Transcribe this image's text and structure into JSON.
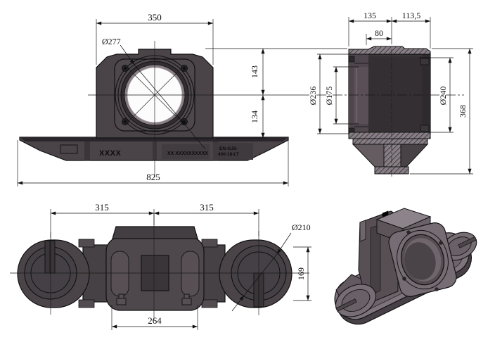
{
  "drawing": {
    "part_color": "#4a4448",
    "front": {
      "w350": "350",
      "d277": "Ø277",
      "h143": "143",
      "h134": "134",
      "w825": "825",
      "mark_left": "XXXX",
      "mark_center": "XX XXXXXXXXXX",
      "mark_r1": "EN-GJS-",
      "mark_r2": "400-18-LT"
    },
    "section": {
      "w135": "135",
      "w1135": "113,5",
      "w80": "80",
      "d236": "Ø236",
      "d175": "Ø175",
      "d240": "Ø240",
      "h368": "368"
    },
    "top": {
      "s315a": "315",
      "s315b": "315",
      "d210": "Ø210",
      "h169": "169",
      "w264": "264"
    }
  }
}
